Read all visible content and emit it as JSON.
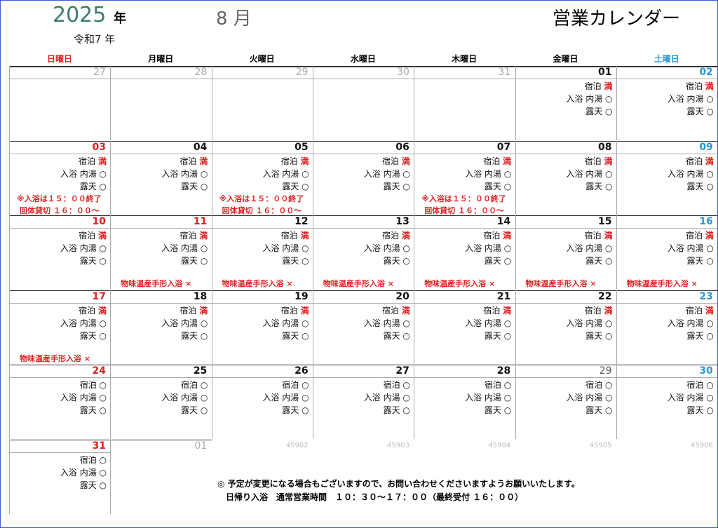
{
  "header": {
    "year": "2025",
    "year_label": "年",
    "era": "令和7 年",
    "month": "8 月",
    "title": "営業カレンダー"
  },
  "weekdays": [
    "日曜日",
    "月曜日",
    "火曜日",
    "水曜日",
    "木曜日",
    "金曜日",
    "土曜日"
  ],
  "weekday_colors": [
    "#e02020",
    "#000000",
    "#000000",
    "#000000",
    "#000000",
    "#000000",
    "#2a98d0"
  ],
  "labels": {
    "stay": "宿泊",
    "bath": "入浴",
    "indoor": "内湯",
    "outdoor": "露天",
    "full_mark": "満",
    "ok_mark": "○"
  },
  "weeks": [
    [
      {
        "day": "27",
        "kind": "prev"
      },
      {
        "day": "28",
        "kind": "prev"
      },
      {
        "day": "29",
        "kind": "prev"
      },
      {
        "day": "30",
        "kind": "prev"
      },
      {
        "day": "31",
        "kind": "prev"
      },
      {
        "day": "01",
        "kind": "fri",
        "stay": "満",
        "indoor": "○",
        "outdoor": "○"
      },
      {
        "day": "02",
        "kind": "sat",
        "stay": "満",
        "indoor": "○",
        "outdoor": "○"
      }
    ],
    [
      {
        "day": "03",
        "kind": "sun",
        "stay": "満",
        "indoor": "○",
        "outdoor": "○",
        "note1": "※入浴は１５：００終了",
        "note2": "回体貸切 １６：００～"
      },
      {
        "day": "04",
        "kind": "normal",
        "stay": "満",
        "indoor": "○",
        "outdoor": "○"
      },
      {
        "day": "05",
        "kind": "normal",
        "stay": "満",
        "indoor": "○",
        "outdoor": "○",
        "note1": "※入浴は１５：００終了",
        "note2": "回体貸切 １６：００～"
      },
      {
        "day": "06",
        "kind": "normal",
        "stay": "満",
        "indoor": "○",
        "outdoor": "○"
      },
      {
        "day": "07",
        "kind": "normal",
        "stay": "満",
        "indoor": "○",
        "outdoor": "○",
        "note1": "※入浴は１５：００終了",
        "note2": "回体貸切 １６：００～"
      },
      {
        "day": "08",
        "kind": "normal",
        "stay": "満",
        "indoor": "○",
        "outdoor": "○"
      },
      {
        "day": "09",
        "kind": "sat",
        "stay": "満",
        "indoor": "○",
        "outdoor": "○"
      }
    ],
    [
      {
        "day": "10",
        "kind": "sun",
        "stay": "満",
        "indoor": "○",
        "outdoor": "○"
      },
      {
        "day": "11",
        "kind": "sun",
        "stay": "満",
        "indoor": "○",
        "outdoor": "○",
        "bath": "物味温産手形入浴 ×"
      },
      {
        "day": "12",
        "kind": "normal",
        "stay": "満",
        "indoor": "○",
        "outdoor": "○",
        "bath": "物味温産手形入浴 ×"
      },
      {
        "day": "13",
        "kind": "normal",
        "stay": "満",
        "indoor": "○",
        "outdoor": "○",
        "bath": "物味温産手形入浴 ×"
      },
      {
        "day": "14",
        "kind": "normal",
        "stay": "満",
        "indoor": "○",
        "outdoor": "○",
        "bath": "物味温産手形入浴 ×"
      },
      {
        "day": "15",
        "kind": "normal",
        "stay": "満",
        "indoor": "○",
        "outdoor": "○",
        "bath": "物味温産手形入浴 ×"
      },
      {
        "day": "16",
        "kind": "sat",
        "stay": "満",
        "indoor": "○",
        "outdoor": "○",
        "bath": "物味温産手形入浴 ×"
      }
    ],
    [
      {
        "day": "17",
        "kind": "sun",
        "stay": "満",
        "indoor": "○",
        "outdoor": "○",
        "bath": "物味温産手形入浴 ×"
      },
      {
        "day": "18",
        "kind": "normal",
        "stay": "満",
        "indoor": "○",
        "outdoor": "○"
      },
      {
        "day": "19",
        "kind": "normal",
        "stay": "満",
        "indoor": "○",
        "outdoor": "○"
      },
      {
        "day": "20",
        "kind": "normal",
        "stay": "満",
        "indoor": "○",
        "outdoor": "○"
      },
      {
        "day": "21",
        "kind": "normal",
        "stay": "満",
        "indoor": "○",
        "outdoor": "○"
      },
      {
        "day": "22",
        "kind": "normal",
        "stay": "満",
        "indoor": "○",
        "outdoor": "○"
      },
      {
        "day": "23",
        "kind": "sat",
        "stay": "満",
        "indoor": "○",
        "outdoor": "○"
      }
    ],
    [
      {
        "day": "24",
        "kind": "sun",
        "stay": "○",
        "indoor": "○",
        "outdoor": "○"
      },
      {
        "day": "25",
        "kind": "normal",
        "stay": "○",
        "indoor": "○",
        "outdoor": "○"
      },
      {
        "day": "26",
        "kind": "normal",
        "stay": "○",
        "indoor": "○",
        "outdoor": "○"
      },
      {
        "day": "27",
        "kind": "normal",
        "stay": "○",
        "indoor": "○",
        "outdoor": "○"
      },
      {
        "day": "28",
        "kind": "normal",
        "stay": "○",
        "indoor": "○",
        "outdoor": "○"
      },
      {
        "day": "29",
        "kind": "plain",
        "stay": "○",
        "indoor": "○",
        "outdoor": "○"
      },
      {
        "day": "30",
        "kind": "sat",
        "stay": "○",
        "indoor": "○",
        "outdoor": "○"
      }
    ],
    [
      {
        "day": "31",
        "kind": "sun",
        "stay": "○",
        "indoor": "○",
        "outdoor": "○"
      },
      {
        "day": "01",
        "kind": "prev"
      },
      {
        "day": "45902",
        "kind": "serial"
      },
      {
        "day": "45903",
        "kind": "serial"
      },
      {
        "day": "45904",
        "kind": "serial"
      },
      {
        "day": "45905",
        "kind": "serial"
      },
      {
        "day": "45906",
        "kind": "serial"
      }
    ]
  ],
  "footer": {
    "notice": "◎ 予定が変更になる場合もございますので、お問い合わせくださいますようお願いいたします。",
    "hours": "日帰り入浴　通常営業時間　１０：３０～１７：００（最終受付 １６：００）"
  }
}
